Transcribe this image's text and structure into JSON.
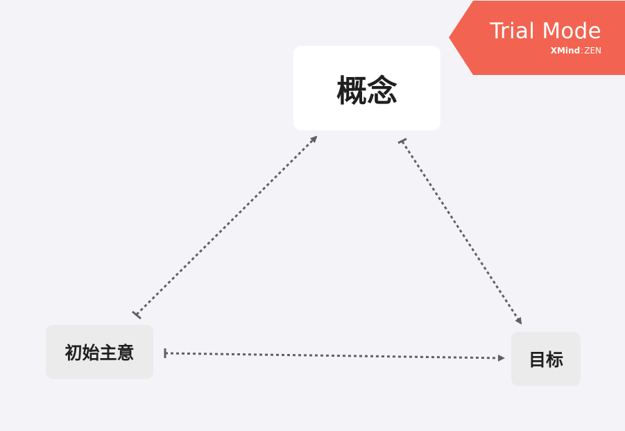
{
  "diagram": {
    "nodes": {
      "central": {
        "label": "概念"
      },
      "start": {
        "label": "初始主意"
      },
      "goal": {
        "label": "目标"
      }
    },
    "connector_style": "dotted",
    "connectors": [
      {
        "from": "start",
        "to": "central",
        "end_marker": "arrow",
        "start_marker": "bar"
      },
      {
        "from": "central",
        "to": "goal",
        "end_marker": "arrow",
        "start_marker": "bar"
      },
      {
        "from": "start",
        "to": "goal",
        "end_marker": "arrow",
        "start_marker": "bar"
      }
    ]
  },
  "watermark": {
    "title": "Trial Mode",
    "brand": "XMind",
    "separator": ":",
    "edition": "ZEN",
    "color": "#f26451"
  },
  "colors": {
    "background": "#f4f4f8",
    "central_fill": "#ffffff",
    "subtopic_fill": "#ebebeb",
    "connector": "#606060",
    "text": "#1f1f1f"
  }
}
